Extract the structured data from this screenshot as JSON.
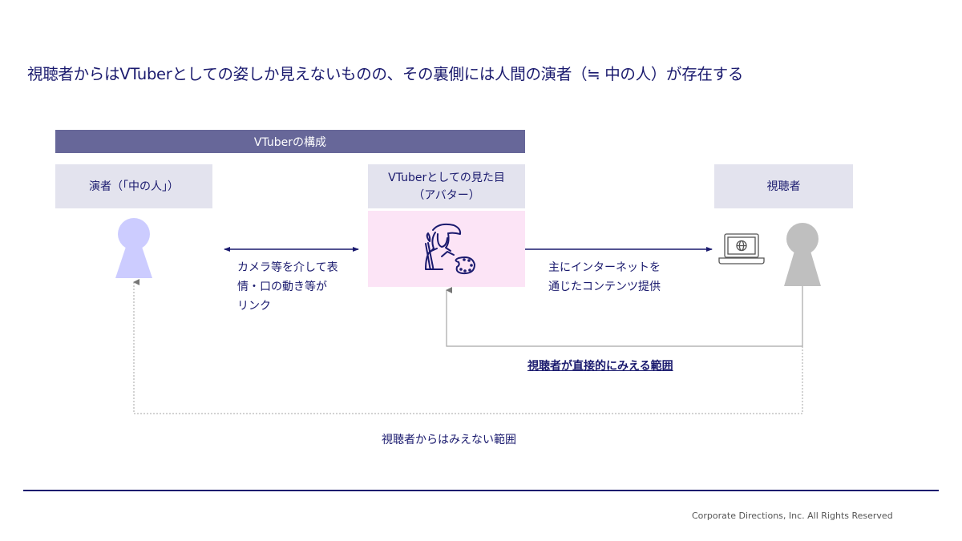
{
  "slide": {
    "title": "視聴者からはVTuberとしての姿しか見えないものの、その裏側には人間の演者（≒ 中の人）が存在する",
    "banner": "VTuberの構成",
    "performer": {
      "label": "演者（「中の人」）"
    },
    "avatar": {
      "label_line1": "VTuberとしての見た目",
      "label_line2": "（アバター）",
      "icon": "artist-painter-icon"
    },
    "viewer": {
      "label": "視聴者",
      "device_icon": "laptop-globe-icon"
    },
    "link_description": [
      "カメラ等を介して表",
      "情・口の動き等が",
      "リンク"
    ],
    "content_description": [
      "主にインターネットを",
      "通じたコンテンツ提供"
    ],
    "visible_range_label": "視聴者が直接的にみえる範囲",
    "invisible_range_label": "視聴者からはみえない範囲",
    "copyright": "Corporate Directions, Inc. All Rights Reserved"
  },
  "colors": {
    "primary_text": "#1a1a6e",
    "banner_bg": "#676799",
    "label_box_bg": "#e3e3ee",
    "avatar_bg": "#fce4f6",
    "performer_figure": "#ccccff",
    "viewer_figure": "#bfbfbf",
    "connector_gray": "#a6a6a6"
  }
}
